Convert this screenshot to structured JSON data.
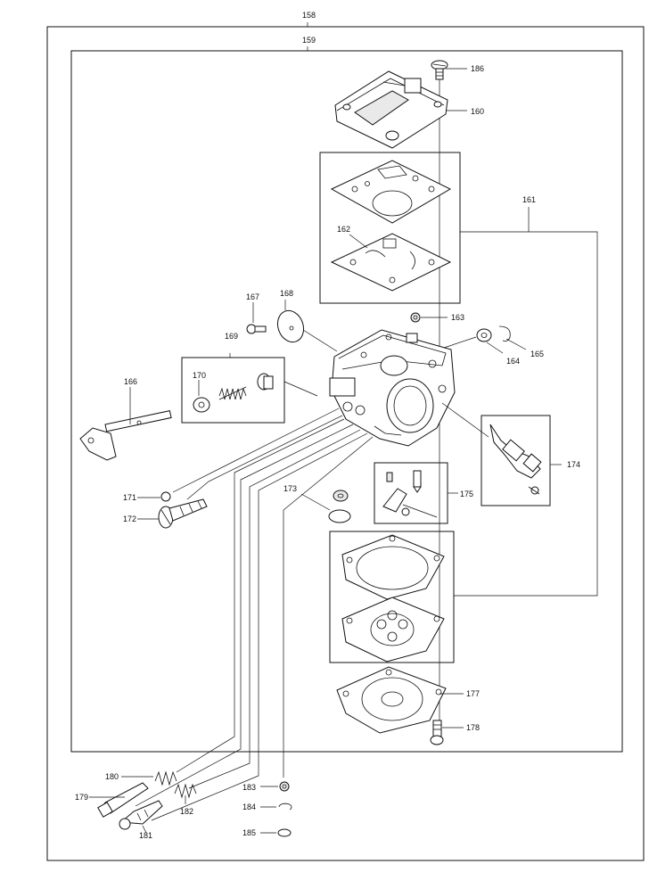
{
  "callouts": {
    "c158": "158",
    "c159": "159",
    "c160": "160",
    "c161": "161",
    "c162": "162",
    "c163": "163",
    "c164": "164",
    "c165": "165",
    "c166": "166",
    "c167": "167",
    "c168": "168",
    "c169": "169",
    "c170": "170",
    "c171": "171",
    "c172": "172",
    "c173": "173",
    "c174": "174",
    "c175": "175",
    "c177": "177",
    "c178": "178",
    "c179": "179",
    "c180": "180",
    "c181": "181",
    "c182": "182",
    "c183": "183",
    "c184": "184",
    "c185": "185",
    "c186": "186"
  }
}
